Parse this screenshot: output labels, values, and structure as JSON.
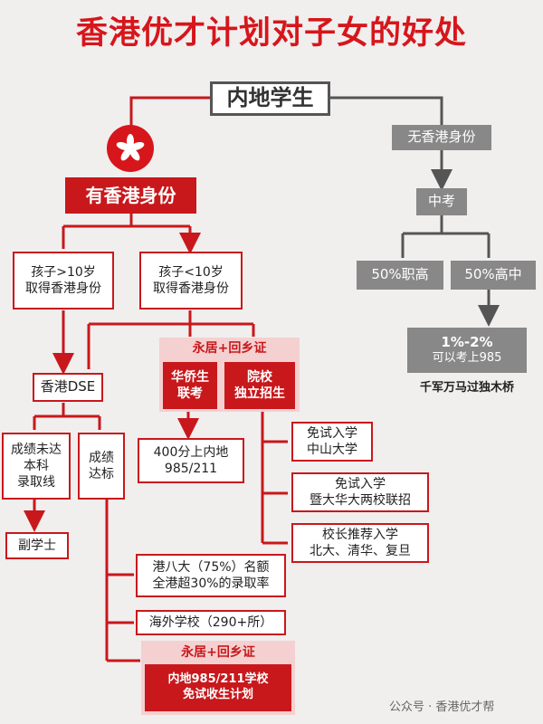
{
  "title": "香港优才计划对子女的好处",
  "root": "内地学生",
  "left_branch": {
    "head": "有香港身份",
    "over10": [
      "孩子>10岁",
      "取得香港身份"
    ],
    "under10": [
      "孩子<10岁",
      "取得香港身份"
    ],
    "dse": "香港DSE",
    "fail": [
      "成绩未达",
      "本科",
      "录取线"
    ],
    "pass": [
      "成绩",
      "达标"
    ],
    "associate": "副学士",
    "permanent_header": "永居+回乡证",
    "overseas_chinese": [
      "华侨生",
      "联考"
    ],
    "school_admission": [
      "院校",
      "独立招生"
    ],
    "score400": [
      "400分上内地",
      "985/211"
    ],
    "exempt1": [
      "免试入学",
      "中山大学"
    ],
    "exempt2": [
      "免试入学",
      "暨大华大两校联招"
    ],
    "principal": [
      "校长推荐入学",
      "北大、清华、复旦"
    ],
    "hk8": [
      "港八大（75%）名额",
      "全港超30%的录取率"
    ],
    "overseas": "海外学校（290+所）",
    "bottom_header": "永居+回乡证",
    "bottom": [
      "内地985/211学校",
      "免试收生计划"
    ]
  },
  "right_branch": {
    "head": "无香港身份",
    "exam": "中考",
    "vocational": "50%职高",
    "high": "50%高中",
    "result": [
      "1%-2%",
      "可以考上985"
    ],
    "note": "千军万马过独木桥"
  },
  "watermark": "公众号 · 香港优才帮"
}
